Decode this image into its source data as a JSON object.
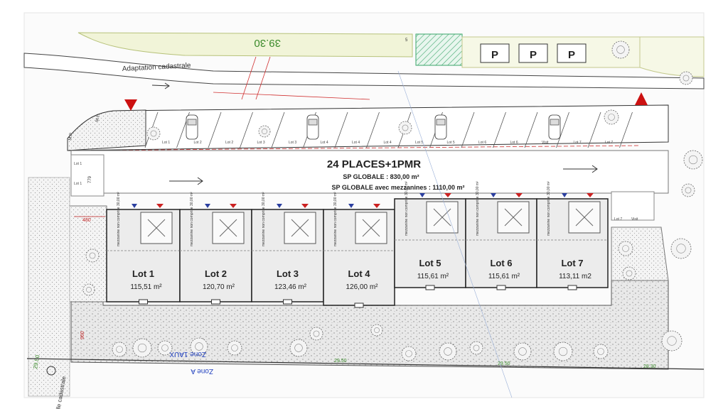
{
  "plan": {
    "title": "24 PLACES+1PMR",
    "sp_globale": "SP GLOBALE : 830,00 m²",
    "sp_globale_mezz": "SP GLOBALE avec mezzanines : 1110,00 m²",
    "adaptation": "Adaptation cadastrale",
    "elevation_top": "39.30",
    "zone_1aux": "Zone 1AUX",
    "zone_a": "Zone A",
    "nouvelle_cadastrale": "...uvelle cadastrale",
    "mp_left": "M.P.",
    "mp_top": "M.P.",
    "dim_480": "480",
    "dim_779": "779",
    "dim_960": "960",
    "elev_left": "29.50",
    "elev_bottom_a": "29.50",
    "elev_bottom_b": "29.50",
    "elev_bottom_c": "28.30",
    "top_marker": "5",
    "parking_p": [
      "P",
      "P",
      "P"
    ],
    "mezz_text": "mezzanine non comprise 30,00 m²",
    "lots": [
      {
        "name": "Lot 1",
        "area": "115,51 m²"
      },
      {
        "name": "Lot 2",
        "area": "120,70 m²"
      },
      {
        "name": "Lot 3",
        "area": "123,46 m²"
      },
      {
        "name": "Lot 4",
        "area": "126,00 m²"
      },
      {
        "name": "Lot 5",
        "area": "115,61 m²"
      },
      {
        "name": "Lot 6",
        "area": "115,61 m²"
      },
      {
        "name": "Lot 7",
        "area": "113,11 m2"
      }
    ],
    "parking_top": [
      "Lot 1",
      "Lot 2",
      "Lot 2",
      "Lot 3",
      "Lot 3",
      "Lot 4",
      "Lot 4",
      "Lot 4",
      "Lot 5",
      "Lot 5",
      "Lot 6",
      "Lot 6",
      "Visit",
      "Lot 7",
      "Lot 7"
    ],
    "parking_left": [
      "Lot 1",
      "Lot 1"
    ],
    "parking_right": [
      "Lot 7",
      "Visit"
    ]
  }
}
